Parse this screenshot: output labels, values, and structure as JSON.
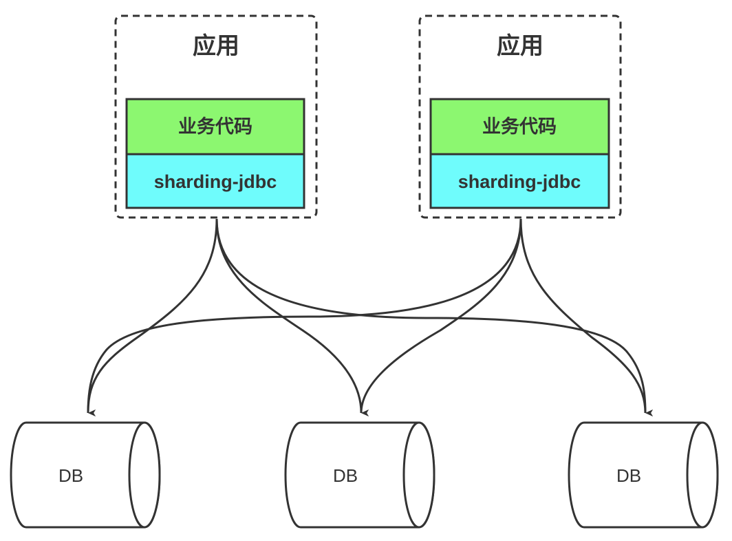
{
  "colors": {
    "stroke": "#333333",
    "business_fill": "#8cf770",
    "sharding_fill": "#6ffcfc",
    "background": "#ffffff"
  },
  "apps": [
    {
      "title": "应用",
      "business_label": "业务代码",
      "library_label": "sharding-jdbc"
    },
    {
      "title": "应用",
      "business_label": "业务代码",
      "library_label": "sharding-jdbc"
    }
  ],
  "databases": [
    {
      "label": "DB"
    },
    {
      "label": "DB"
    },
    {
      "label": "DB"
    }
  ],
  "connections": [
    {
      "from": "app-0",
      "to": "db-0"
    },
    {
      "from": "app-0",
      "to": "db-1"
    },
    {
      "from": "app-0",
      "to": "db-2"
    },
    {
      "from": "app-1",
      "to": "db-0"
    },
    {
      "from": "app-1",
      "to": "db-1"
    },
    {
      "from": "app-1",
      "to": "db-2"
    }
  ]
}
